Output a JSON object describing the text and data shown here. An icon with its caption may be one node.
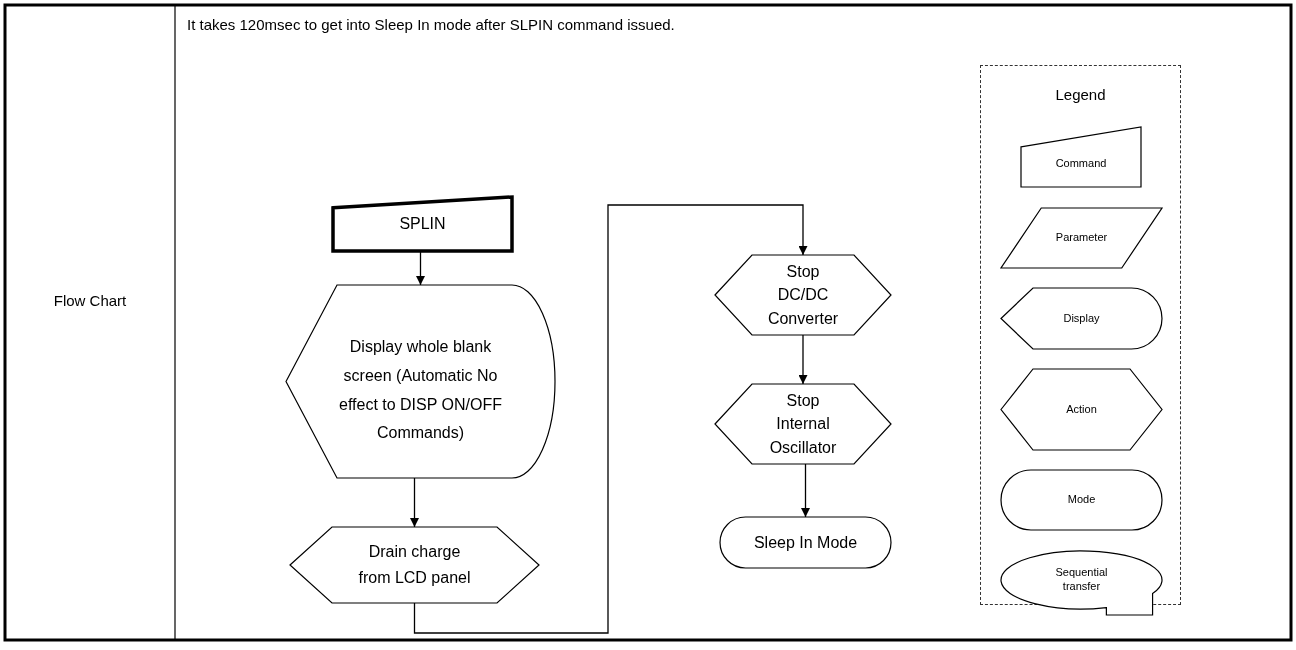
{
  "diagram": {
    "nodes": [
      {
        "text": [
          "SPLIN"
        ]
      },
      {
        "text": [
          "Display whole blank screen (Automatic No effect to DISP ON/OFF Commands)"
        ]
      },
      {
        "text": [
          "Drain charge from LCD panel"
        ]
      },
      {
        "text": [
          "Stop DC/DC Converter"
        ]
      },
      {
        "text": [
          "Stop Internal Oscillator"
        ]
      },
      {
        "text": [
          "Sleep In Mode"
        ]
      },
      {
        "text": [
          "Legend"
        ]
      },
      {
        "text": [
          "Command"
        ],
        "in": 6
      },
      {
        "text": [
          "Parameter"
        ],
        "in": 6
      },
      {
        "text": [
          "Display"
        ],
        "in": 6
      },
      {
        "text": [
          "Action"
        ],
        "in": 6
      },
      {
        "text": [
          "Mode"
        ],
        "in": 6
      },
      {
        "text": [
          "Sequential transfer"
        ],
        "in": 6
      }
    ],
    "edges": [
      {
        "from": 0,
        "to": 1,
        "arrow": "to"
      },
      {
        "from": 1,
        "to": 2,
        "arrow": "to"
      },
      {
        "from": 2,
        "to": 3,
        "arrow": "to"
      },
      {
        "from": 3,
        "to": 4,
        "arrow": "to"
      },
      {
        "from": 4,
        "to": 5,
        "arrow": "to"
      }
    ],
    "labels": [
      "Flow Chart",
      "It takes 120msec to get into Sleep In mode after SLPIN command issued."
    ]
  }
}
